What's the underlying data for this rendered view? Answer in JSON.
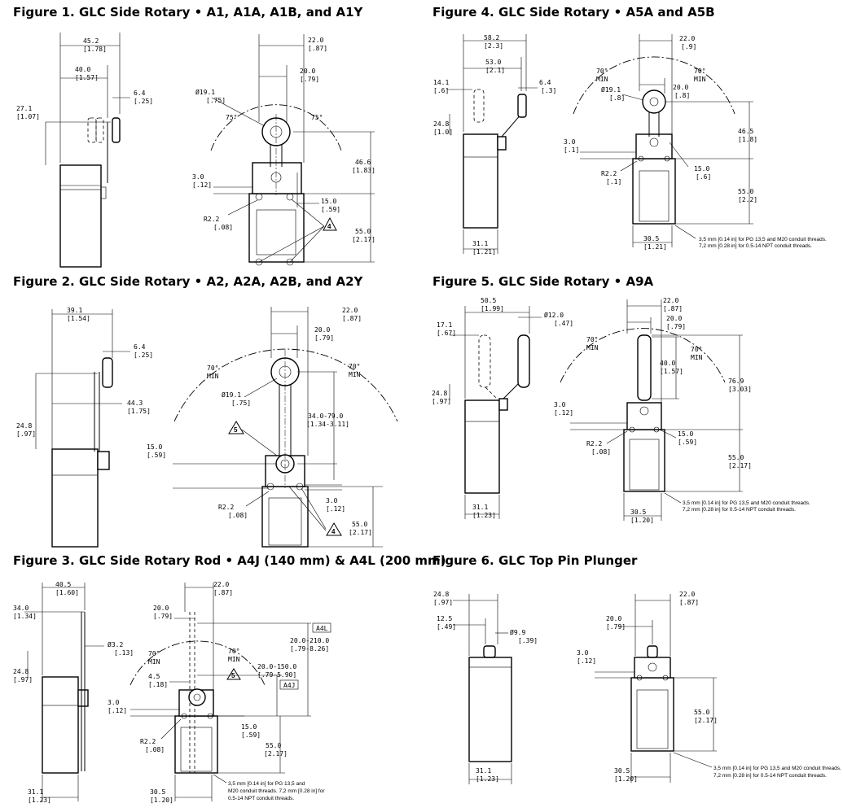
{
  "figures": [
    {
      "id": "fig1",
      "title": "Figure 1. GLC Side Rotary • A1, A1A, A1B, and A1Y"
    },
    {
      "id": "fig2",
      "title": "Figure 2. GLC Side Rotary • A2, A2A, A2B, and A2Y"
    },
    {
      "id": "fig3",
      "title": "Figure 3. GLC Side Rotary Rod • A4J (140 mm) & A4L (200 mm)"
    },
    {
      "id": "fig4",
      "title": "Figure 4. GLC Side Rotary • A5A and A5B"
    },
    {
      "id": "fig5",
      "title": "Figure 5. GLC Side Rotary • A9A"
    },
    {
      "id": "fig6",
      "title": "Figure 6. GLC Top Pin Plunger"
    }
  ],
  "dims": {
    "d45_2": "45.2",
    "d45_2i": "[1.78]",
    "d40_0": "40.0",
    "d40_0i": "[1.57]",
    "d27_1": "27.1",
    "d27_1i": "[1.07]",
    "d6_4": "6.4",
    "d6_4i": "[.25]",
    "d22_0": "22.0",
    "d22_0i": "[.87]",
    "d20_0": "20.0",
    "d20_0i": "[.79]",
    "d19_1": "Ø19.1",
    "d19_1i": "[.75]",
    "d46_6": "46.6",
    "d46_6i": "[1.83]",
    "d3_0": "3.0",
    "d3_0i": "[.12]",
    "d15_0": "15.0",
    "d15_0i": "[.59]",
    "d2_2": "R2.2",
    "d2_2i": "[.08]",
    "d55_0": "55.0",
    "d55_0i": "[2.17]",
    "d39_1": "39.1",
    "d39_1i": "[1.54]",
    "d44_3": "44.3",
    "d44_3i": "[1.75]",
    "d24_8": "24.8",
    "d24_8i": "[.97]",
    "d34_79": "34.0-79.0",
    "d34_79i": "[1.34-3.11]",
    "d40_5": "40.5",
    "d40_5i": "[1.60]",
    "d34_0": "34.0",
    "d34_0i": "[1.34]",
    "d3_2": "Ø3.2",
    "d3_2i": "[.13]",
    "d4_5": "4.5",
    "d4_5i": "[.18]",
    "d20_210": "20.0-210.0",
    "d20_210i": "[.79-8.26]",
    "d20_150": "20.0-150.0",
    "d20_150i": "[.79-5.90]",
    "d31_1": "31.1",
    "d31_1i": "[1.23]",
    "d31_1b": "31.1",
    "d31_1bi": "[1.21]",
    "d30_5": "30.5",
    "d30_5i": "[1.20]",
    "d30_5b": "30.5",
    "d30_5bi": "[1.21]",
    "d58_2": "58.2",
    "d58_2i": "[2.3]",
    "d53_0": "53.0",
    "d53_0i": "[2.1]",
    "d14_1": "14.1",
    "d14_1i": "[.6]",
    "d6_4b": "6.4",
    "d6_4bi": "[.3]",
    "d22_0b": "22.0",
    "d22_0bi": "[.9]",
    "d19_1b": "Ø19.1",
    "d19_1bi": "[.8]",
    "d20_0b": "20.0",
    "d20_0bi": "[.8]",
    "d24_8b": "24.8",
    "d24_8bi": "[1.0]",
    "d46_5": "46.5",
    "d46_5i": "[1.8]",
    "d3_0b": "3.0",
    "d3_0bi": "[.1]",
    "d15_0b": "15.0",
    "d15_0bi": "[.6]",
    "d2_2b": "R2.2",
    "d2_2bi": "[.1]",
    "d55_0b": "55.0",
    "d55_0bi": "[2.2]",
    "d50_5": "50.5",
    "d50_5i": "[1.99]",
    "d12_0": "Ø12.0",
    "d12_0i": "[.47]",
    "d17_1": "17.1",
    "d17_1i": "[.67]",
    "d40_0b": "40.0",
    "d40_0bi": "[1.57]",
    "d76_9": "76.9",
    "d76_9i": "[3.03]",
    "d12_5": "12.5",
    "d12_5i": "[.49]",
    "d9_9": "Ø9.9",
    "d9_9i": "[.39]",
    "deg75": "75°",
    "deg70": "70°",
    "min": "MIN",
    "a4l": "A4L",
    "a4j": "A4J"
  },
  "notes": {
    "n1a": "3,5 mm [0.14 in] for PG 13,5 and M20 conduit threads.",
    "n1b": "7,2 mm [0.28 in] for 0.5-14 NPT conduit threads.",
    "n3a": "3,5 mm [0.14 in] for PG 13,5 and",
    "n3b": "M20 conduit threads. 7,2 mm [0.28 in] for",
    "n3c": "0.5-14 NPT conduit threads."
  },
  "callouts": {
    "four": "4",
    "five": "5"
  }
}
